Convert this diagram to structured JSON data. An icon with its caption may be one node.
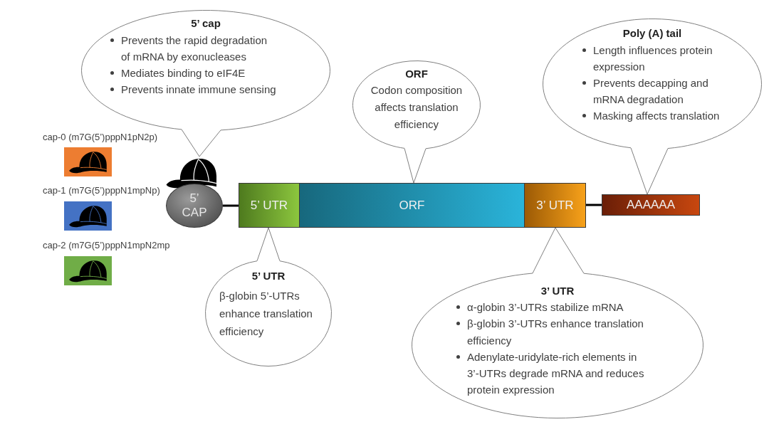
{
  "diagram": {
    "nodes": [
      {
        "text": [
          "5’ cap",
          "Prevents the rapid degradation of mRNA by exonucleases",
          "Mediates binding to eIF4E",
          "Prevents innate immune sensing"
        ]
      },
      {
        "text": [
          "ORF",
          "Codon composition affects translation efficiency"
        ]
      },
      {
        "text": [
          "Poly (A) tail",
          "Length influences protein expression",
          "Prevents decapping and mRNA degradation",
          "Masking affects translation"
        ]
      },
      {
        "text": [],
        "shape": "picture"
      },
      {
        "text": [
          "5’ CAP"
        ]
      },
      {
        "text": [
          "5’ UTR"
        ]
      },
      {
        "text": [
          "ORF"
        ]
      },
      {
        "text": [
          "3’ UTR"
        ]
      },
      {
        "text": [
          "AAAAAA"
        ]
      },
      {
        "text": [
          "5’ UTR",
          "β-globin 5’-UTRs enhance translation efficiency"
        ]
      },
      {
        "text": [
          "3’ UTR",
          "α-globin 3’-UTRs stabilize mRNA",
          "β-globin 3’-UTRs enhance translation efficiency",
          "Adenylate-uridylate-rich elements in 3’-UTRs degrade mRNA and reduces protein expression"
        ]
      }
    ],
    "edges": [
      {
        "from": 0,
        "to": 3,
        "arrow": "none"
      },
      {
        "from": 1,
        "to": 6,
        "arrow": "none"
      },
      {
        "from": 2,
        "to": 8,
        "arrow": "none"
      },
      {
        "from": 9,
        "to": 5,
        "arrow": "none"
      },
      {
        "from": 10,
        "to": 7,
        "arrow": "none"
      },
      {
        "from": 4,
        "to": 5,
        "arrow": "none",
        "style": "thick",
        "color": "#000000"
      },
      {
        "from": 7,
        "to": 8,
        "arrow": "none",
        "style": "thick",
        "color": "#000000"
      }
    ],
    "labels": [
      "cap-0 (m7G(5’)pppN1pN2p)",
      "cap-1 (m7G(5’)pppN1mpNp)",
      "cap-2 (m7G(5’)pppN1mpN2mp"
    ]
  }
}
